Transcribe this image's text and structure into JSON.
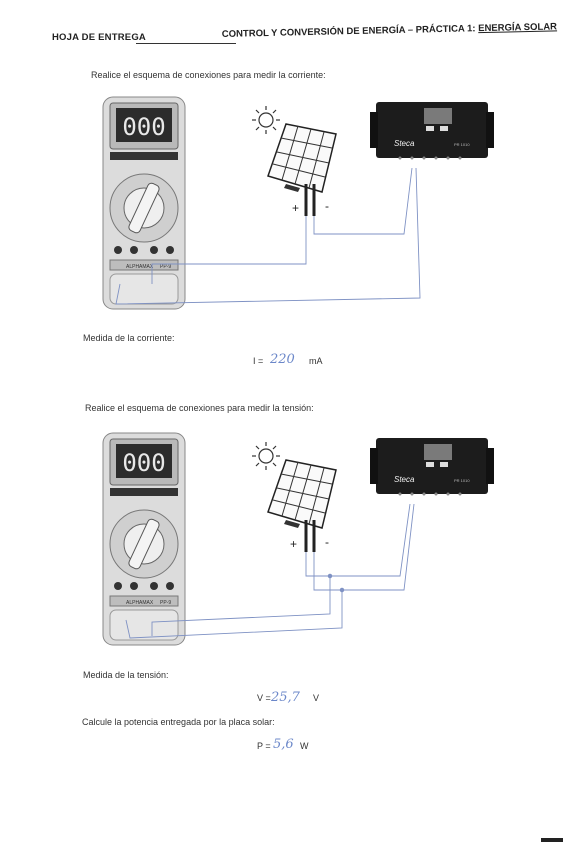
{
  "header": {
    "left": "HOJA DE ENTREGA",
    "right_prefix": "CONTROL Y CONVERSIÓN DE ENERGÍA – PRÁCTICA 1: ",
    "right_topic": "ENERGÍA SOLAR"
  },
  "section_current": {
    "instruction": "Realice el esquema de conexiones para medir la corriente:",
    "measure_label": "Medida de la corriente:",
    "symbol": "I =",
    "value": "220",
    "unit": "mA"
  },
  "section_voltage": {
    "instruction": "Realice el esquema de conexiones para medir la tensión:",
    "measure_label": "Medida de la tensión:",
    "symbol": "V =",
    "value": "25,7",
    "unit": "V",
    "power_instruction": "Calcule la potencia entregada por la placa solar:",
    "power_symbol": "P =",
    "power_value": "5,6",
    "power_unit": "W"
  },
  "diagram": {
    "polarity_plus": "+",
    "polarity_minus": "-",
    "controller_brand": "Steca",
    "controller_model": "PR 1010",
    "multimeter_brand": "ALPHAMAX",
    "multimeter_model": "PP-9"
  },
  "colors": {
    "ink": "#222222",
    "handwriting": "#6b87c9",
    "wire": "#7f92c4"
  }
}
